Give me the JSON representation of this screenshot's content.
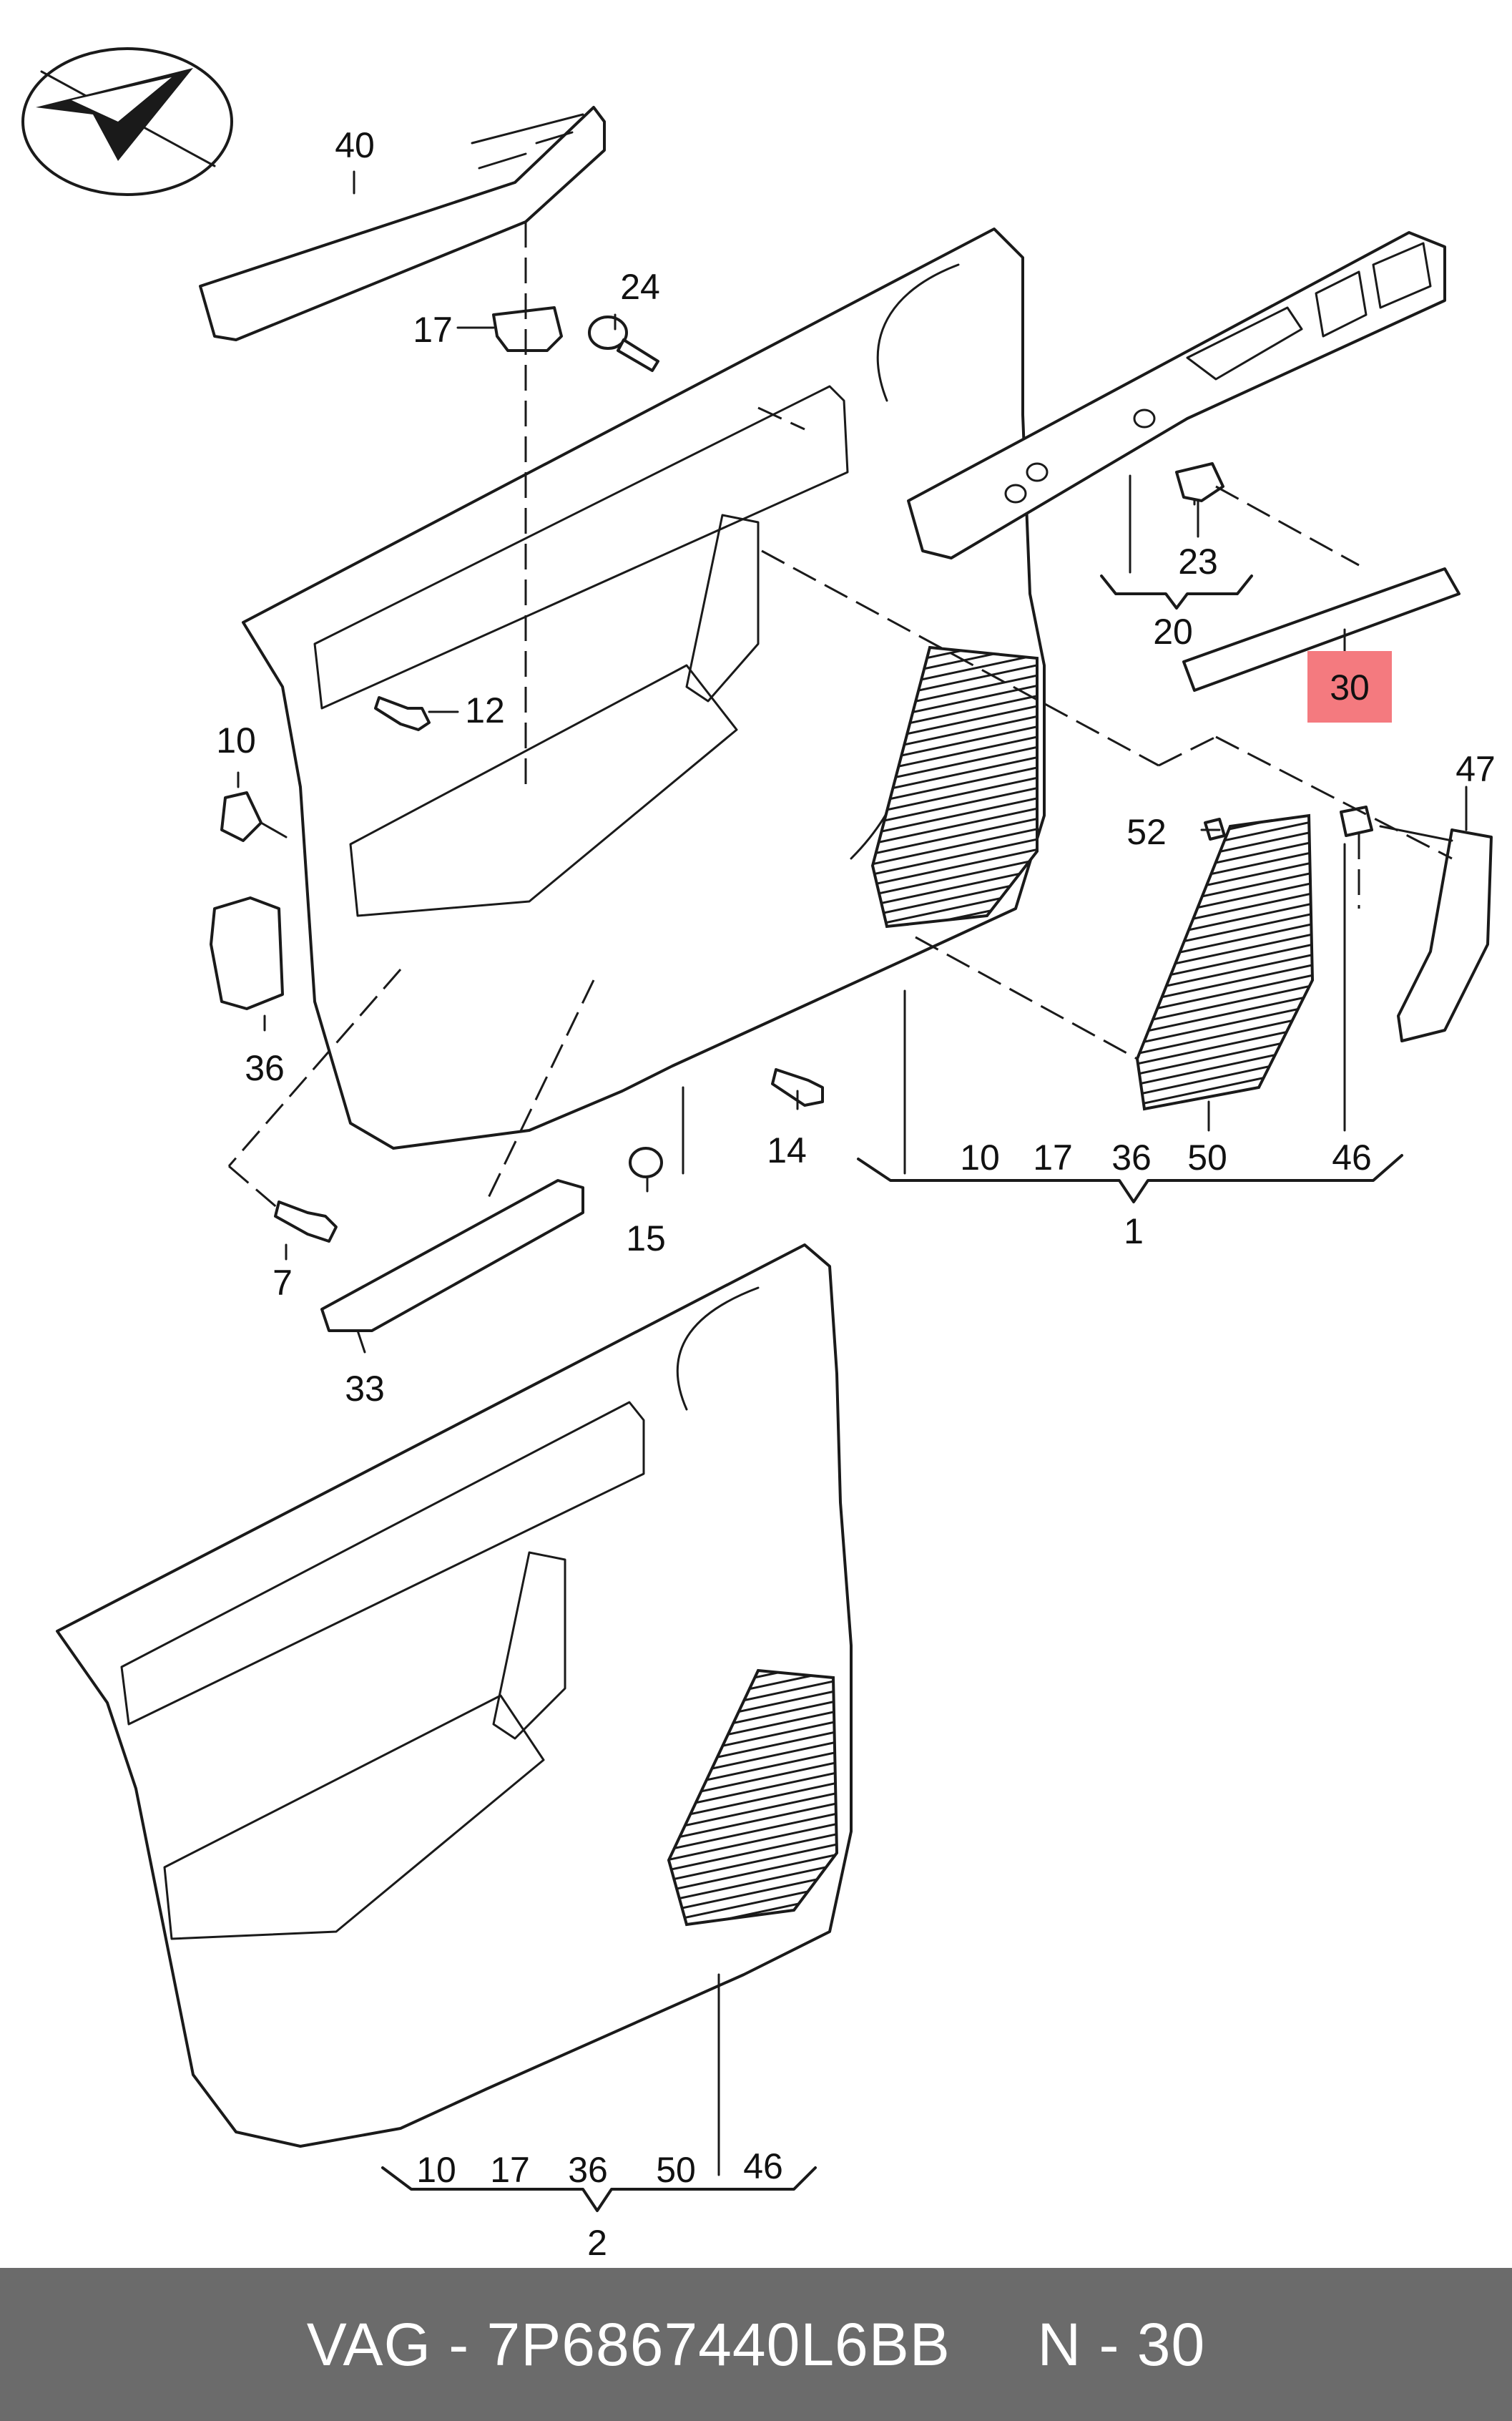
{
  "callouts": {
    "c40": "40",
    "c17a": "17",
    "c24": "24",
    "c12": "12",
    "c10a": "10",
    "c36a": "36",
    "c7": "7",
    "c33": "33",
    "c14": "14",
    "c15": "15",
    "c23": "23",
    "c20": "20",
    "c30": "30",
    "c47": "47",
    "c52": "52",
    "c1": "1",
    "c2": "2"
  },
  "group_1_items": [
    "10",
    "17",
    "36",
    "50",
    "46"
  ],
  "group_2_items": [
    "10",
    "17",
    "36",
    "50",
    "46"
  ],
  "highlight": {
    "part": "30",
    "color": "#f47a7f"
  },
  "footer": {
    "text": "VAG - 7P6867440L6BB     N - 30",
    "background": "#6b6b6b"
  }
}
